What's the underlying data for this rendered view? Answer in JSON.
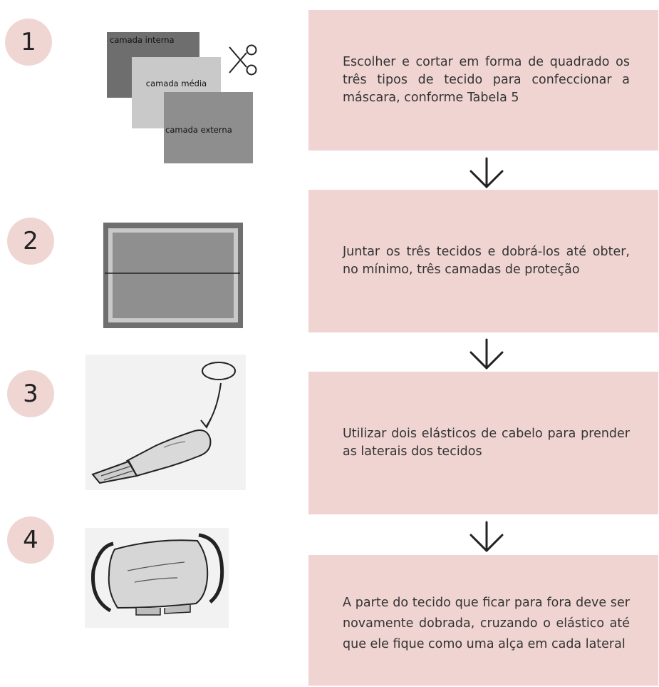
{
  "steps": [
    {
      "number": "1",
      "text": "Escolher e cortar em forma de quadrado os três tipos de tecido para confeccionar a máscara, conforme Tabela 5"
    },
    {
      "number": "2",
      "text": "Juntar os três tecidos e dobrá-los até obter, no mínimo, três camadas de proteção"
    },
    {
      "number": "3",
      "text": "Utilizar dois elásticos de cabelo para prender as laterais dos tecidos"
    },
    {
      "number": "4",
      "text": "A parte do tecido que ficar para fora deve ser novamente dobrada, cruzando o elástico até que ele fique como uma alça em cada lateral"
    }
  ],
  "fabric_layers": {
    "inner": "camada interna",
    "middle": "camada média",
    "outer": "camada externa"
  },
  "icons": {
    "scissors": "scissors-icon",
    "arrow": "arrow-down-icon"
  },
  "colors": {
    "circle": "#efd6d3",
    "box": "#efd4d2"
  }
}
